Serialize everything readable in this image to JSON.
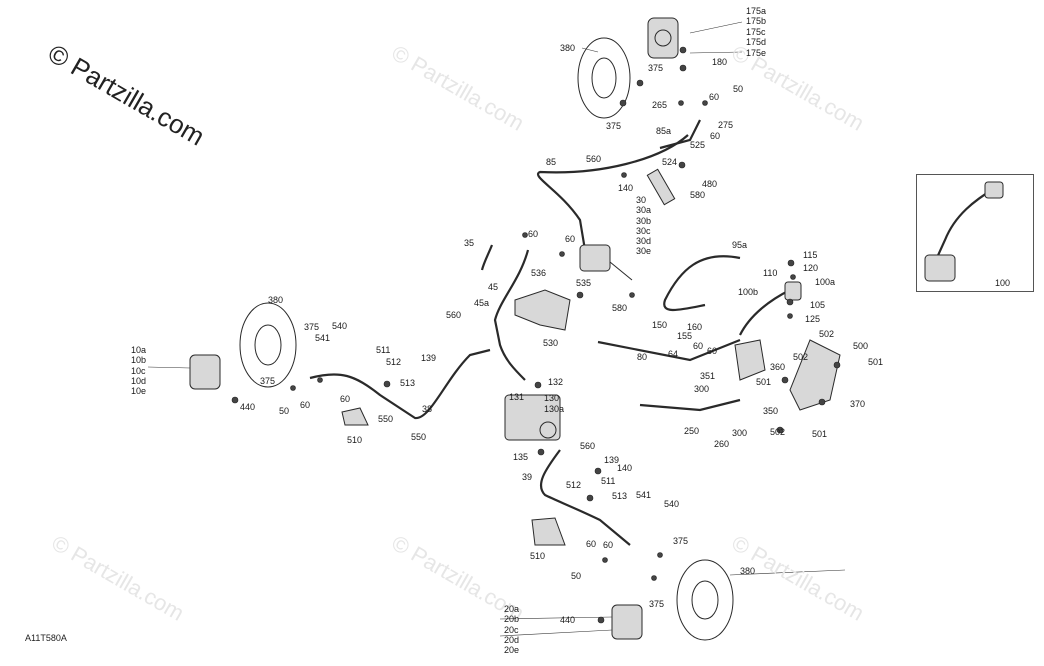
{
  "brand": {
    "text": "© Partzilla.com",
    "watermark": "© Partzilla.com"
  },
  "diagram_code": "A11T580A",
  "inset_label": "100",
  "labels": [
    "175a",
    "175b",
    "175c",
    "175d",
    "175e",
    "180",
    "380",
    "375",
    "50",
    "60",
    "265",
    "375",
    "275",
    "85a",
    "60",
    "85",
    "560",
    "524",
    "525",
    "140",
    "480",
    "580",
    "30",
    "30a",
    "30b",
    "30c",
    "30d",
    "30e",
    "35",
    "60",
    "60",
    "45",
    "536",
    "535",
    "95a",
    "115",
    "110",
    "120",
    "100a",
    "100b",
    "105",
    "125",
    "45a",
    "560",
    "580",
    "150",
    "160",
    "155",
    "60",
    "64",
    "60",
    "80",
    "530",
    "351",
    "502",
    "500",
    "501",
    "502",
    "501",
    "360",
    "370",
    "300",
    "350",
    "250",
    "260",
    "300",
    "502",
    "501",
    "380",
    "375",
    "541",
    "540",
    "10a",
    "10b",
    "10c",
    "10d",
    "10e",
    "375",
    "511",
    "512",
    "513",
    "139",
    "60",
    "50",
    "60",
    "440",
    "510",
    "550",
    "550",
    "38",
    "132",
    "131",
    "130",
    "130a",
    "135",
    "560",
    "139",
    "140",
    "511",
    "512",
    "513",
    "39",
    "541",
    "540",
    "510",
    "60",
    "50",
    "60",
    "375",
    "375",
    "380",
    "440",
    "20a",
    "20b",
    "20c",
    "20d",
    "20e"
  ]
}
